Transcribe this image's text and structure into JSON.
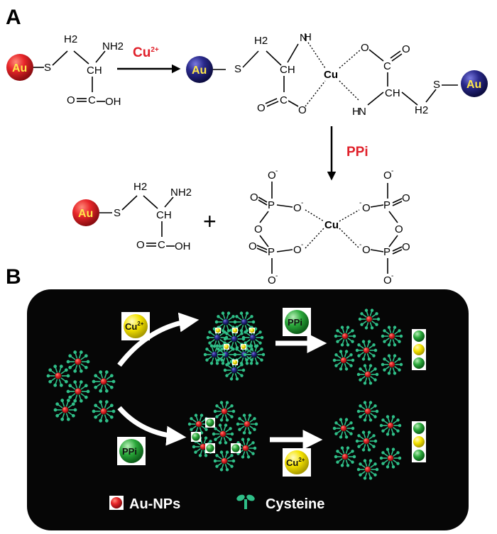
{
  "panels": {
    "a": "A",
    "b": "B"
  },
  "reagents": {
    "cu_label": "Cu",
    "cu_charge": "2+",
    "ppi_label": "PPi"
  },
  "nanoparticle": {
    "label": "Au"
  },
  "atoms": {
    "h2": "H2",
    "nh2": "NH2",
    "ch": "CH",
    "oh": "OH",
    "s": "S",
    "c": "C",
    "o": "O",
    "n": "N",
    "h": "H",
    "p": "P",
    "cu": "Cu",
    "o_minus": "O",
    "minus": "-",
    "plus": "+"
  },
  "legend": {
    "au_nps": "Au-NPs",
    "cysteine": "Cysteine"
  },
  "colors": {
    "au_red": "#e8262a",
    "au_blue": "#2a2a8c",
    "cu_yellow": "#f5e300",
    "ppi_green": "#2aa83a",
    "cysteine_teal": "#2fbf88",
    "panel_bg": "#060606"
  }
}
